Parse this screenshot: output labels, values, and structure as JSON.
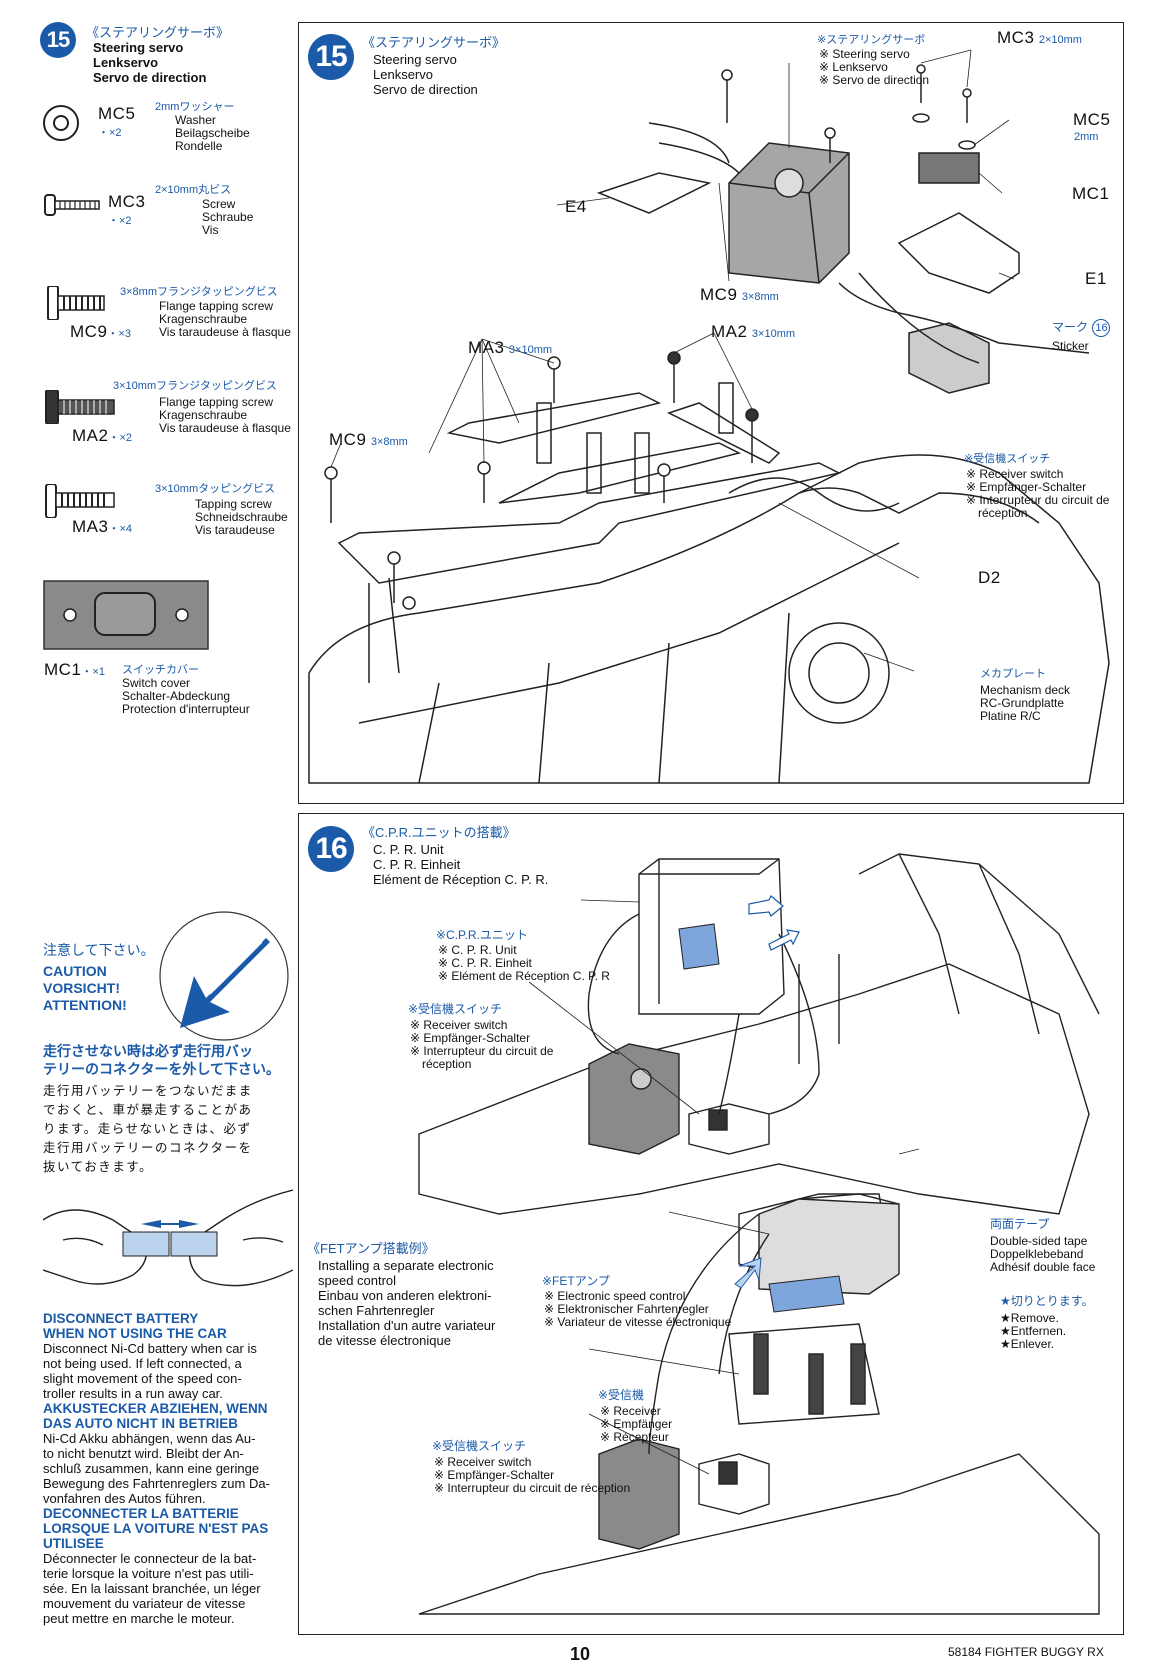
{
  "step15": {
    "number": "15",
    "jp": "《ステアリングサーボ》",
    "en": "Steering servo",
    "de": "Lenkservo",
    "fr": "Servo de direction"
  },
  "parts": [
    {
      "code": "MC5",
      "qty": "・×2",
      "jp": "2mmワッシャー",
      "names": [
        "Washer",
        "Beilagscheibe",
        "Rondelle"
      ]
    },
    {
      "code": "MC3",
      "qty": "・×2",
      "jp": "2×10mm丸ビス",
      "names": [
        "Screw",
        "Schraube",
        "Vis"
      ]
    },
    {
      "code": "MC9",
      "qty": "・×3",
      "jp": "3×8mmフランジタッピングビス",
      "names": [
        "Flange tapping screw",
        "Kragenschraube",
        "Vis taraudeuse à flasque"
      ]
    },
    {
      "code": "MA2",
      "qty": "・×2",
      "jp": "3×10mmフランジタッピングビス",
      "names": [
        "Flange tapping screw",
        "Kragenschraube",
        "Vis taraudeuse à flasque"
      ]
    },
    {
      "code": "MA3",
      "qty": "・×4",
      "jp": "3×10mmタッピングビス",
      "names": [
        "Tapping screw",
        "Schneidschraube",
        "Vis taraudeuse"
      ]
    },
    {
      "code": "MC1",
      "qty": "・×1",
      "jp": "スイッチカバー",
      "names": [
        "Switch cover",
        "Schalter-Abdeckung",
        "Protection d'interrupteur"
      ]
    }
  ],
  "diagram15": {
    "servo_jp": "※ステアリングサーボ",
    "servo": [
      "※ Steering servo",
      "※ Lenkservo",
      "※ Servo de direction"
    ],
    "mc3": "MC3",
    "mc3_size": "2×10mm",
    "mc5": "MC5",
    "mc5_size": "2mm",
    "mc1": "MC1",
    "e1": "E1",
    "e4": "E4",
    "mc9a": "MC9",
    "mc9a_size": "3×8mm",
    "mark_jp": "マーク",
    "mark_num": "16",
    "sticker": "Sticker",
    "ma3": "MA3",
    "ma3_size": "3×10mm",
    "ma2": "MA2",
    "ma2_size": "3×10mm",
    "mc9b": "MC9",
    "mc9b_size": "3×8mm",
    "switch_jp": "※受信機スイッチ",
    "switch": [
      "※ Receiver switch",
      "※ Empfänger-Schalter",
      "※ Interrupteur du circuit de",
      "réception"
    ],
    "d2": "D2",
    "deck_jp": "メカプレート",
    "deck": [
      "Mechanism deck",
      "RC-Grundplatte",
      "Platine R/C"
    ]
  },
  "warning": {
    "jp": "注意して下さい。",
    "caution": "CAUTION",
    "vorsicht": "VORSICHT!",
    "attention": "ATTENTION!",
    "jp_head": [
      "走行させない時は必ず走行用バッ",
      "テリーのコネクターを外して下さい。"
    ],
    "jp_body": [
      "走行用バッテリーをつないだまま",
      "でおくと、車が暴走することがあ",
      "ります。走らせないときは、必ず",
      "走行用バッテリーのコネクターを",
      "抜いておきます。"
    ],
    "en_head": [
      "DISCONNECT BATTERY",
      "WHEN NOT USING THE CAR"
    ],
    "en_body": [
      "Disconnect Ni-Cd battery when car is",
      "not being used. If left connected, a",
      "slight movement of the speed con-",
      "troller results in a run away car."
    ],
    "de_head": [
      "AKKUSTECKER ABZIEHEN, WENN",
      "DAS AUTO NICHT IN BETRIEB"
    ],
    "de_body": [
      "Ni-Cd Akku abhängen, wenn das Au-",
      "to nicht benutzt wird. Bleibt der An-",
      "schluß zusammen, kann eine geringe",
      "Bewegung des Fahrtenreglers zum Da-",
      "vonfahren des Autos führen."
    ],
    "fr_head": [
      "DECONNECTER LA BATTERIE",
      "LORSQUE LA VOITURE N'EST PAS",
      "UTILISEE"
    ],
    "fr_body": [
      "Déconnecter le connecteur de la bat-",
      "terie lorsque la voiture n'est pas utili-",
      "sée. En la laissant branchée, un léger",
      "mouvement du variateur de vitesse",
      "peut mettre en marche le moteur."
    ]
  },
  "step16": {
    "number": "16",
    "jp": "《C.P.R.ユニットの搭載》",
    "lines": [
      "C. P. R. Unit",
      "C. P. R. Einheit",
      "Elément de Réception C. P. R."
    ],
    "cpr_jp": "※C.P.R.ユニット",
    "cpr": [
      "※ C. P. R. Unit",
      "※ C. P. R. Einheit",
      "※ Elément de Réception C. P. R"
    ],
    "switch_jp": "※受信機スイッチ",
    "switch": [
      "※ Receiver switch",
      "※ Empfänger-Schalter",
      "※ Interrupteur du circuit de",
      "réception"
    ],
    "tape_jp": "両面テープ",
    "tape": [
      "Double-sided tape",
      "Doppelklebeband",
      "Adhésif double face"
    ],
    "fet_head_jp": "《FETアンプ搭載例》",
    "fet_desc": [
      "Installing a separate electronic",
      "speed control",
      "Einbau von anderen elektroni-",
      "schen Fahrtenregler",
      "Installation d'un autre variateur",
      "de vitesse électronique"
    ],
    "fet_jp": "※FETアンプ",
    "fet": [
      "※ Electronic speed control",
      "※ Elektronischer Fahrtenregler",
      "※ Variateur de vitesse électronique"
    ],
    "cut_jp": "★切りとります。",
    "cut": [
      "★Remove.",
      "★Entfernen.",
      "★Enlever."
    ],
    "recv_jp": "※受信機",
    "recv": [
      "※ Receiver",
      "※ Empfänger",
      "※ Récepteur"
    ],
    "switch2_jp": "※受信機スイッチ",
    "switch2": [
      "※ Receiver switch",
      "※ Empfänger-Schalter",
      "※ Interrupteur du circuit de réception"
    ]
  },
  "footer": {
    "page": "10",
    "model": "58184 FIGHTER BUGGY RX"
  }
}
